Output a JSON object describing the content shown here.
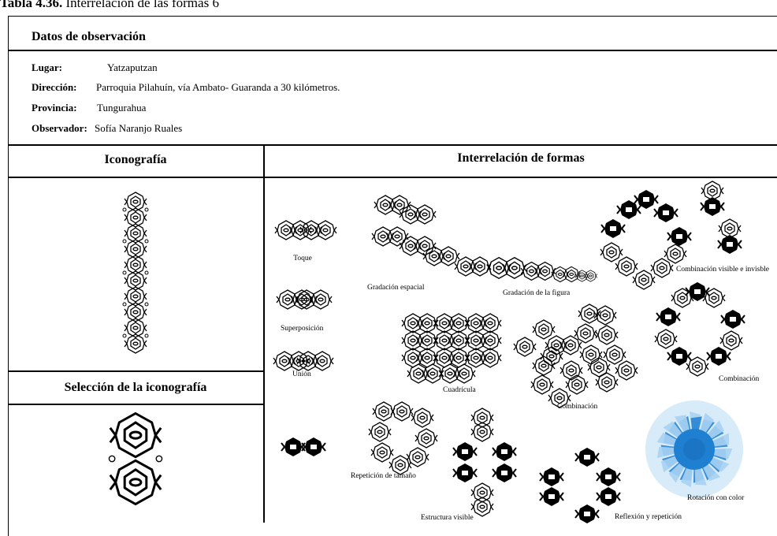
{
  "caption": {
    "number": "Tabla 4.36.",
    "title": "Interrelación de las formas 6"
  },
  "observation": {
    "title": "Datos de observación",
    "rows": [
      {
        "key": "Lugar:",
        "value": "Yatzaputzan"
      },
      {
        "key": "Dirección:",
        "value": "Parroquia Pilahuín,  vía Ambato- Guaranda a  30 kilómetros."
      },
      {
        "key": "Provincia:",
        "value": "Tungurahua"
      },
      {
        "key": "Observador:",
        "value": "Sofía Naranjo Ruales"
      }
    ]
  },
  "columns": {
    "left": "Iconografía",
    "right": "Interrelación de formas"
  },
  "selection_title": "Selección de la iconografía",
  "forms": [
    {
      "label": "Toque"
    },
    {
      "label": "Gradación espacial"
    },
    {
      "label": "Gradación de la figura"
    },
    {
      "label": "Combinación visible e invisble"
    },
    {
      "label": "Superposición"
    },
    {
      "label": "Unión"
    },
    {
      "label": "Cuadrícula"
    },
    {
      "label": "Combinación"
    },
    {
      "label": "Combinación"
    },
    {
      "label": "Repetición de tamaño"
    },
    {
      "label": "Estructura visible"
    },
    {
      "label": "Reflexión y repetición"
    },
    {
      "label": "Rotación con color"
    }
  ],
  "colors": {
    "line": "#000000",
    "rotation_blue": "#1f7fd1",
    "rotation_light": "#a9d2f2"
  }
}
